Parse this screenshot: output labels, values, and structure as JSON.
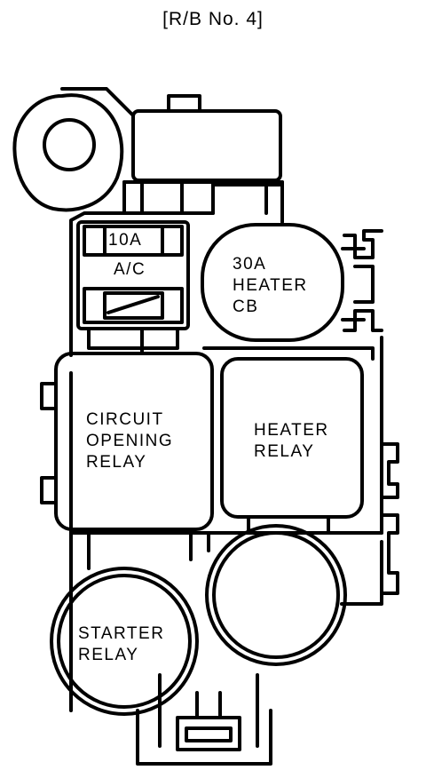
{
  "title": "[R/B No. 4]",
  "fuse": {
    "rating": "10A",
    "name": "A/C"
  },
  "breaker": {
    "line1": "30A",
    "line2": "HEATER",
    "line3": "CB"
  },
  "circuit_opening_relay": {
    "line1": "CIRCUIT",
    "line2": "OPENING",
    "line3": "RELAY"
  },
  "heater_relay": {
    "line1": "HEATER",
    "line2": "RELAY"
  },
  "starter_relay": {
    "line1": "STARTER",
    "line2": "RELAY"
  },
  "colors": {
    "ink": "#000000",
    "paper": "#ffffff"
  }
}
